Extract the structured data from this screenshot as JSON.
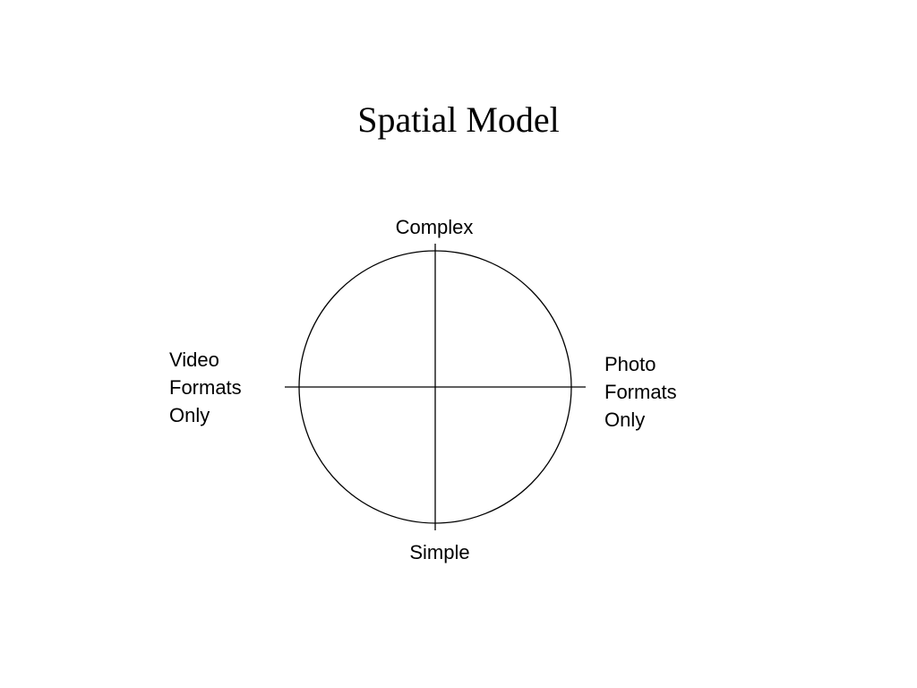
{
  "title": "Spatial Model",
  "axes": {
    "top": "Complex",
    "bottom": "Simple",
    "left": [
      "Video",
      "Formats",
      "Only"
    ],
    "right": [
      "Photo",
      "Formats",
      "Only"
    ]
  },
  "colors": {
    "stroke": "#000000",
    "text": "#000000",
    "background": "#ffffff"
  }
}
